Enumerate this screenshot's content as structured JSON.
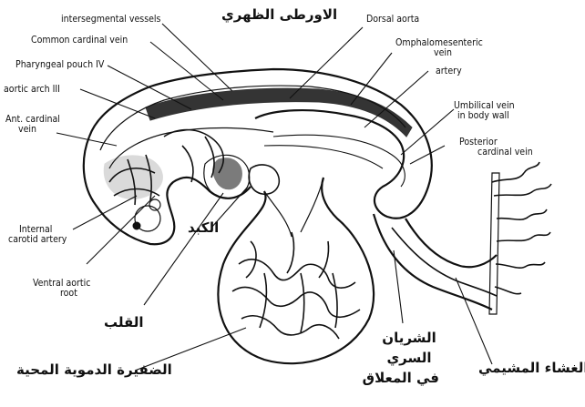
{
  "labels_en": {
    "intersegmental_vessels": "intersegmental vessels",
    "common_cardinal_vein": "Common cardinal vein",
    "pharyngeal_pouch_iv": "Pharyngeal pouch IV",
    "aortic_arch_iii": "aortic arch III",
    "ant_cardinal_vein_1": "Ant. cardinal",
    "ant_cardinal_vein_2": "vein",
    "internal_carotid_1": "Internal",
    "internal_carotid_2": "carotid artery",
    "ventral_aortic_root_1": "Ventral aortic",
    "ventral_aortic_root_2": "root",
    "dorsal_aorta": "Dorsal aorta",
    "omphalomesenteric_vein_1": "Omphalomesenteric",
    "omphalomesenteric_vein_2": "vein",
    "artery": "artery",
    "umbilical_vein_1": "Umbilical vein",
    "umbilical_vein_2": "in body wall",
    "posterior_cardinal_1": "Posterior",
    "posterior_cardinal_2": "cardinal vein"
  },
  "labels_ar": {
    "dorsal_aorta": "الاورطى الظهري",
    "liver": "الكبد",
    "heart": "القلب",
    "vitelline_plexus": "الضفيرة الدموية المحية",
    "umbilical_artery_1": "الشريان",
    "umbilical_artery_2": "السري",
    "umbilical_artery_3": "في المعلاق",
    "chorion": "الغشاء المشيمي"
  }
}
